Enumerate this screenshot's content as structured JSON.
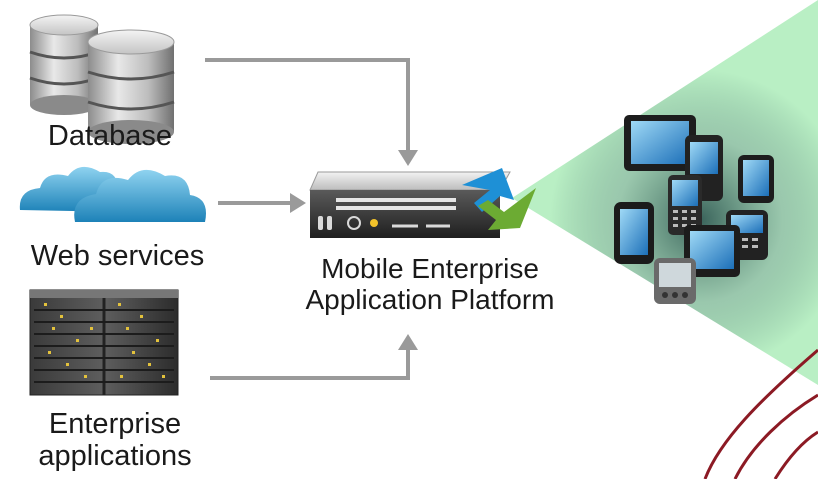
{
  "sources": [
    {
      "id": "database",
      "label_lines": [
        "Database"
      ],
      "icon": "database-icon"
    },
    {
      "id": "web-services",
      "label_lines": [
        "Web services"
      ],
      "icon": "cloud-icon"
    },
    {
      "id": "enterprise-applications",
      "label_lines": [
        "Enterprise",
        "applications"
      ],
      "icon": "server-rack-icon"
    }
  ],
  "platform": {
    "label_lines": [
      "Mobile Enterprise",
      "Application Platform"
    ],
    "icon": "appliance-icon"
  },
  "devices": {
    "icon": "mobile-devices-icon"
  },
  "colors": {
    "arrow": "#9a9a9a",
    "beam": "#b9efc4",
    "beam_shadow": "#2f5a52",
    "swoosh": "#8c1a24",
    "appliance_blue": "#1e90d6",
    "appliance_green": "#6cab33",
    "text": "#1a1a1a"
  }
}
